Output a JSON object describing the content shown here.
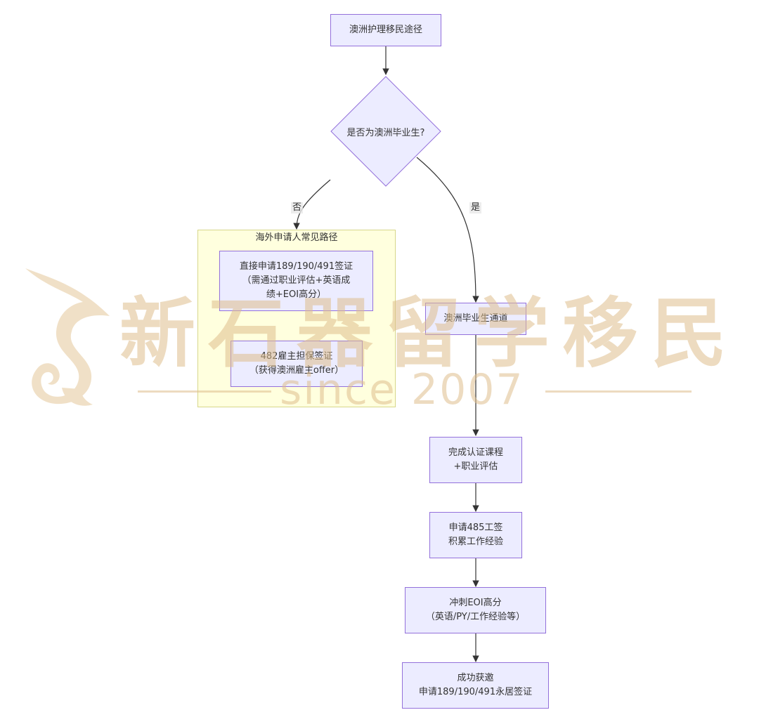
{
  "title": "澳洲护理移民途径",
  "decision": "是否为澳洲毕业生?",
  "edge_no": "否",
  "edge_yes": "是",
  "overseas": {
    "title": "海外申请人常见路径",
    "direct": "直接申请189/190/491签证\n（需通过职业评估+英语成\n绩+EOI高分）",
    "sponsor": "482雇主担保签证\n（获得澳洲雇主offer）"
  },
  "graduate": {
    "channel": "澳洲毕业生通道",
    "course": "完成认证课程\n+职业评估",
    "work": "申请485工签\n积累工作经验",
    "eoi": "冲刺EOI高分\n（英语/PY/工作经验等）",
    "invite": "成功获邀\n申请189/190/491永居签证"
  },
  "watermark": {
    "brand": "新石器留学移民",
    "since": "since 2007"
  },
  "colors": {
    "node_fill": "#ececff",
    "node_stroke": "#9370db",
    "cluster_fill": "#ffffde",
    "cluster_stroke": "#d7d78a",
    "edge": "#333333",
    "watermark": "#debe8c"
  }
}
